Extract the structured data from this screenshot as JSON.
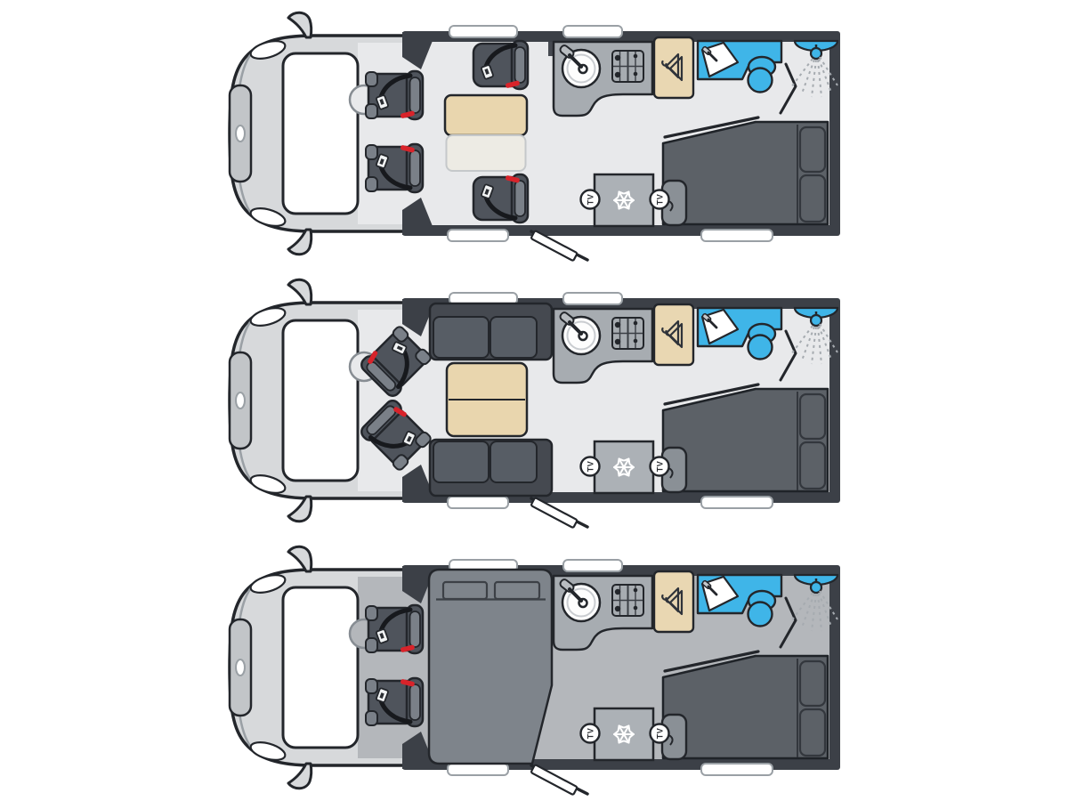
{
  "labels": {
    "tv": "TV"
  },
  "palette": {
    "wall": "#3c4047",
    "line": "#23262b",
    "floor_day": "#e8e9eb",
    "floor_night": "#b4b7bb",
    "cab_body": "#d7d9db",
    "cab_trim": "#c2c5c8",
    "seat": "#4f545c",
    "seat_light": "#7a8088",
    "sofa": "#575d65",
    "sofa_dark": "#454950",
    "belt": "#17191d",
    "red": "#d8232a",
    "table": "#e9d6ae",
    "table_leaf": "#edebe4",
    "counter": "#a7acb1",
    "wardrobe": "#e9d7b2",
    "blue": "#3fb5e8",
    "bed": "#5c6167",
    "bed_night": "#7e848b",
    "fridge": "#acb1b6",
    "cabinet": "#8a9096",
    "win": "#9aa0a5",
    "white": "#ffffff"
  },
  "icons": [
    "snowflake-icon",
    "hanger-icon",
    "shower-head-icon",
    "kitchen-sink-icon",
    "hob-icon",
    "toilet-icon",
    "bathroom-sink-icon",
    "seatbelt-icon",
    "tv-point-badge",
    "steering-wheel-icon",
    "entry-door-icon"
  ],
  "plans": [
    {
      "id": "floorplan-travel-layout"
    },
    {
      "id": "floorplan-lounge-layout"
    },
    {
      "id": "floorplan-night-layout"
    }
  ]
}
